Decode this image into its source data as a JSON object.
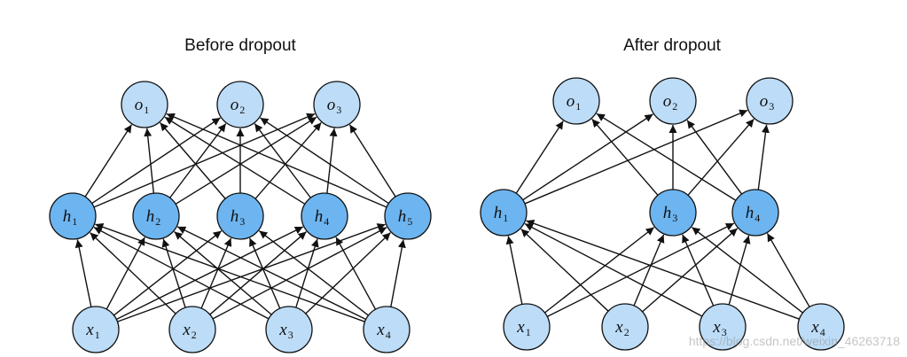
{
  "colors": {
    "input_fill": "#bcdcf7",
    "hidden_fill": "#6db5f0",
    "output_fill": "#bcdcf7",
    "stroke": "#111111"
  },
  "panels": [
    {
      "id": "before",
      "title": "Before dropout",
      "nodes": [
        {
          "id": "o1",
          "letter": "o",
          "sub": "1",
          "layer": "output"
        },
        {
          "id": "o2",
          "letter": "o",
          "sub": "2",
          "layer": "output"
        },
        {
          "id": "o3",
          "letter": "o",
          "sub": "3",
          "layer": "output"
        },
        {
          "id": "h1",
          "letter": "h",
          "sub": "1",
          "layer": "hidden"
        },
        {
          "id": "h2",
          "letter": "h",
          "sub": "2",
          "layer": "hidden"
        },
        {
          "id": "h3",
          "letter": "h",
          "sub": "3",
          "layer": "hidden"
        },
        {
          "id": "h4",
          "letter": "h",
          "sub": "4",
          "layer": "hidden"
        },
        {
          "id": "h5",
          "letter": "h",
          "sub": "5",
          "layer": "hidden"
        },
        {
          "id": "x1",
          "letter": "x",
          "sub": "1",
          "layer": "input"
        },
        {
          "id": "x2",
          "letter": "x",
          "sub": "2",
          "layer": "input"
        },
        {
          "id": "x3",
          "letter": "x",
          "sub": "3",
          "layer": "input"
        },
        {
          "id": "x4",
          "letter": "x",
          "sub": "4",
          "layer": "input"
        }
      ],
      "edges": [
        [
          "x1",
          "h1"
        ],
        [
          "x1",
          "h2"
        ],
        [
          "x1",
          "h3"
        ],
        [
          "x1",
          "h4"
        ],
        [
          "x1",
          "h5"
        ],
        [
          "x2",
          "h1"
        ],
        [
          "x2",
          "h2"
        ],
        [
          "x2",
          "h3"
        ],
        [
          "x2",
          "h4"
        ],
        [
          "x2",
          "h5"
        ],
        [
          "x3",
          "h1"
        ],
        [
          "x3",
          "h2"
        ],
        [
          "x3",
          "h3"
        ],
        [
          "x3",
          "h4"
        ],
        [
          "x3",
          "h5"
        ],
        [
          "x4",
          "h1"
        ],
        [
          "x4",
          "h2"
        ],
        [
          "x4",
          "h3"
        ],
        [
          "x4",
          "h4"
        ],
        [
          "x4",
          "h5"
        ],
        [
          "h1",
          "o1"
        ],
        [
          "h1",
          "o2"
        ],
        [
          "h1",
          "o3"
        ],
        [
          "h2",
          "o1"
        ],
        [
          "h2",
          "o2"
        ],
        [
          "h2",
          "o3"
        ],
        [
          "h3",
          "o1"
        ],
        [
          "h3",
          "o2"
        ],
        [
          "h3",
          "o3"
        ],
        [
          "h4",
          "o1"
        ],
        [
          "h4",
          "o2"
        ],
        [
          "h4",
          "o3"
        ],
        [
          "h5",
          "o1"
        ],
        [
          "h5",
          "o2"
        ],
        [
          "h5",
          "o3"
        ]
      ]
    },
    {
      "id": "after",
      "title": "After dropout",
      "nodes": [
        {
          "id": "o1",
          "letter": "o",
          "sub": "1",
          "layer": "output"
        },
        {
          "id": "o2",
          "letter": "o",
          "sub": "2",
          "layer": "output"
        },
        {
          "id": "o3",
          "letter": "o",
          "sub": "3",
          "layer": "output"
        },
        {
          "id": "h1",
          "letter": "h",
          "sub": "1",
          "layer": "hidden"
        },
        {
          "id": "h3",
          "letter": "h",
          "sub": "3",
          "layer": "hidden"
        },
        {
          "id": "h4",
          "letter": "h",
          "sub": "4",
          "layer": "hidden"
        },
        {
          "id": "x1",
          "letter": "x",
          "sub": "1",
          "layer": "input"
        },
        {
          "id": "x2",
          "letter": "x",
          "sub": "2",
          "layer": "input"
        },
        {
          "id": "x3",
          "letter": "x",
          "sub": "3",
          "layer": "input"
        },
        {
          "id": "x4",
          "letter": "x",
          "sub": "4",
          "layer": "input"
        }
      ],
      "edges": [
        [
          "x1",
          "h1"
        ],
        [
          "x1",
          "h3"
        ],
        [
          "x1",
          "h4"
        ],
        [
          "x2",
          "h1"
        ],
        [
          "x2",
          "h3"
        ],
        [
          "x2",
          "h4"
        ],
        [
          "x3",
          "h1"
        ],
        [
          "x3",
          "h3"
        ],
        [
          "x3",
          "h4"
        ],
        [
          "x4",
          "h1"
        ],
        [
          "x4",
          "h3"
        ],
        [
          "x4",
          "h4"
        ],
        [
          "h1",
          "o1"
        ],
        [
          "h1",
          "o2"
        ],
        [
          "h1",
          "o3"
        ],
        [
          "h3",
          "o1"
        ],
        [
          "h3",
          "o2"
        ],
        [
          "h3",
          "o3"
        ],
        [
          "h4",
          "o1"
        ],
        [
          "h4",
          "o2"
        ],
        [
          "h4",
          "o3"
        ]
      ]
    }
  ],
  "watermark": "https://blog.csdn.net/weixin_46263718"
}
